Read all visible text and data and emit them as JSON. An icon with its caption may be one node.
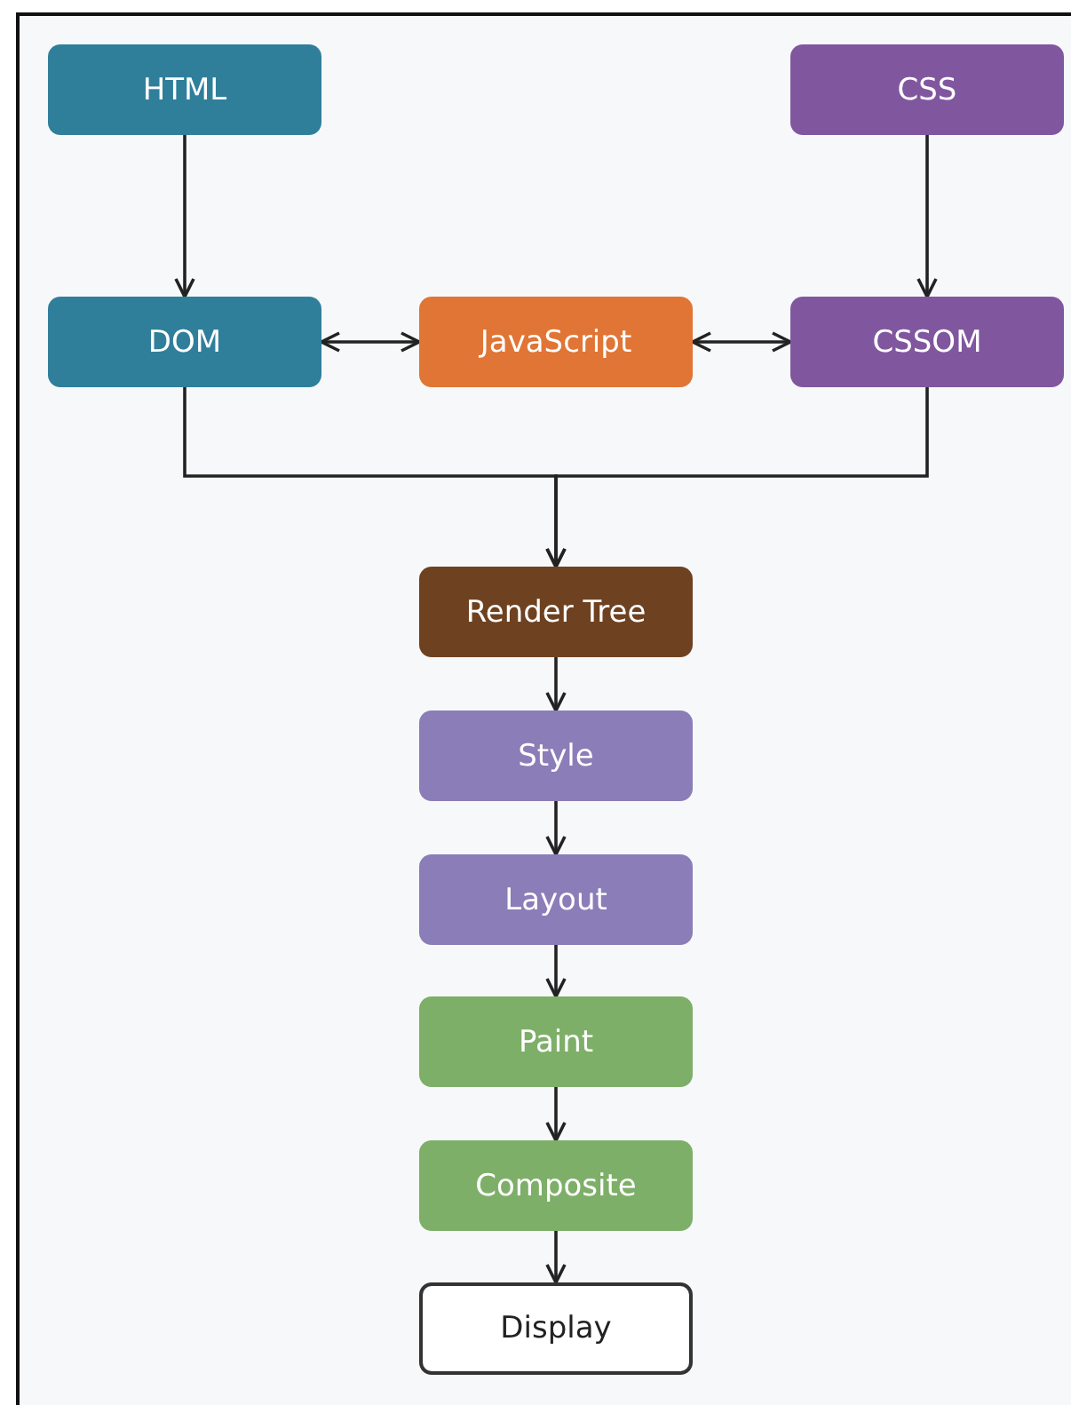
{
  "diagram": {
    "nodes": [
      {
        "text": [
          "HTML"
        ]
      },
      {
        "text": [
          "CSS"
        ]
      },
      {
        "text": [
          "DOM"
        ]
      },
      {
        "text": [
          "JavaScript"
        ]
      },
      {
        "text": [
          "CSSOM"
        ]
      },
      {
        "text": [
          "Render Tree"
        ]
      },
      {
        "text": [
          "Style"
        ]
      },
      {
        "text": [
          "Layout"
        ]
      },
      {
        "text": [
          "Paint"
        ]
      },
      {
        "text": [
          "Composite"
        ]
      },
      {
        "text": [
          "Display"
        ]
      }
    ],
    "edges": [
      {
        "from": 0,
        "to": 2,
        "arrow": "to"
      },
      {
        "from": 1,
        "to": 4,
        "arrow": "to"
      },
      {
        "from": 2,
        "to": 3,
        "arrow": "both"
      },
      {
        "from": 3,
        "to": 4,
        "arrow": "both"
      },
      {
        "from": 2,
        "to": 5,
        "arrow": "to"
      },
      {
        "from": 4,
        "to": 5,
        "arrow": "to"
      },
      {
        "from": 5,
        "to": 6,
        "arrow": "to"
      },
      {
        "from": 6,
        "to": 7,
        "arrow": "to"
      },
      {
        "from": 7,
        "to": 8,
        "arrow": "to"
      },
      {
        "from": 8,
        "to": 9,
        "arrow": "to"
      },
      {
        "from": 9,
        "to": 10,
        "arrow": "to"
      }
    ]
  }
}
